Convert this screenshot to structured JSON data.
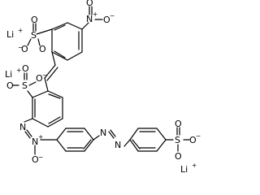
{
  "diagram": {
    "lithium_ions": [
      {
        "symbol": "Li",
        "charge": "+"
      },
      {
        "symbol": "Li",
        "charge": "+"
      },
      {
        "symbol": "Li",
        "charge": "+"
      }
    ],
    "nitro_group": {
      "nitrogen": "N",
      "nitrogen_charge": "+",
      "oxygen_double": "O",
      "oxygen_single": "O",
      "oxygen_charge": "−"
    },
    "sulfonate_top": {
      "S": "S",
      "O1": "O",
      "O2": "O",
      "O3": "O",
      "charge": "−"
    },
    "sulfonate_mid": {
      "S": "S",
      "O1": "O",
      "O2": "O",
      "O3": "O",
      "charge": "−"
    },
    "sulfonate_right": {
      "S": "S",
      "O1": "O",
      "O2": "O",
      "O3": "O",
      "charge": "−"
    },
    "azoxy": {
      "N1": "N",
      "N2": "N",
      "N_charge": "+",
      "O": "O",
      "O_charge": "−"
    },
    "azo": {
      "N1": "N",
      "N2": "N"
    }
  }
}
